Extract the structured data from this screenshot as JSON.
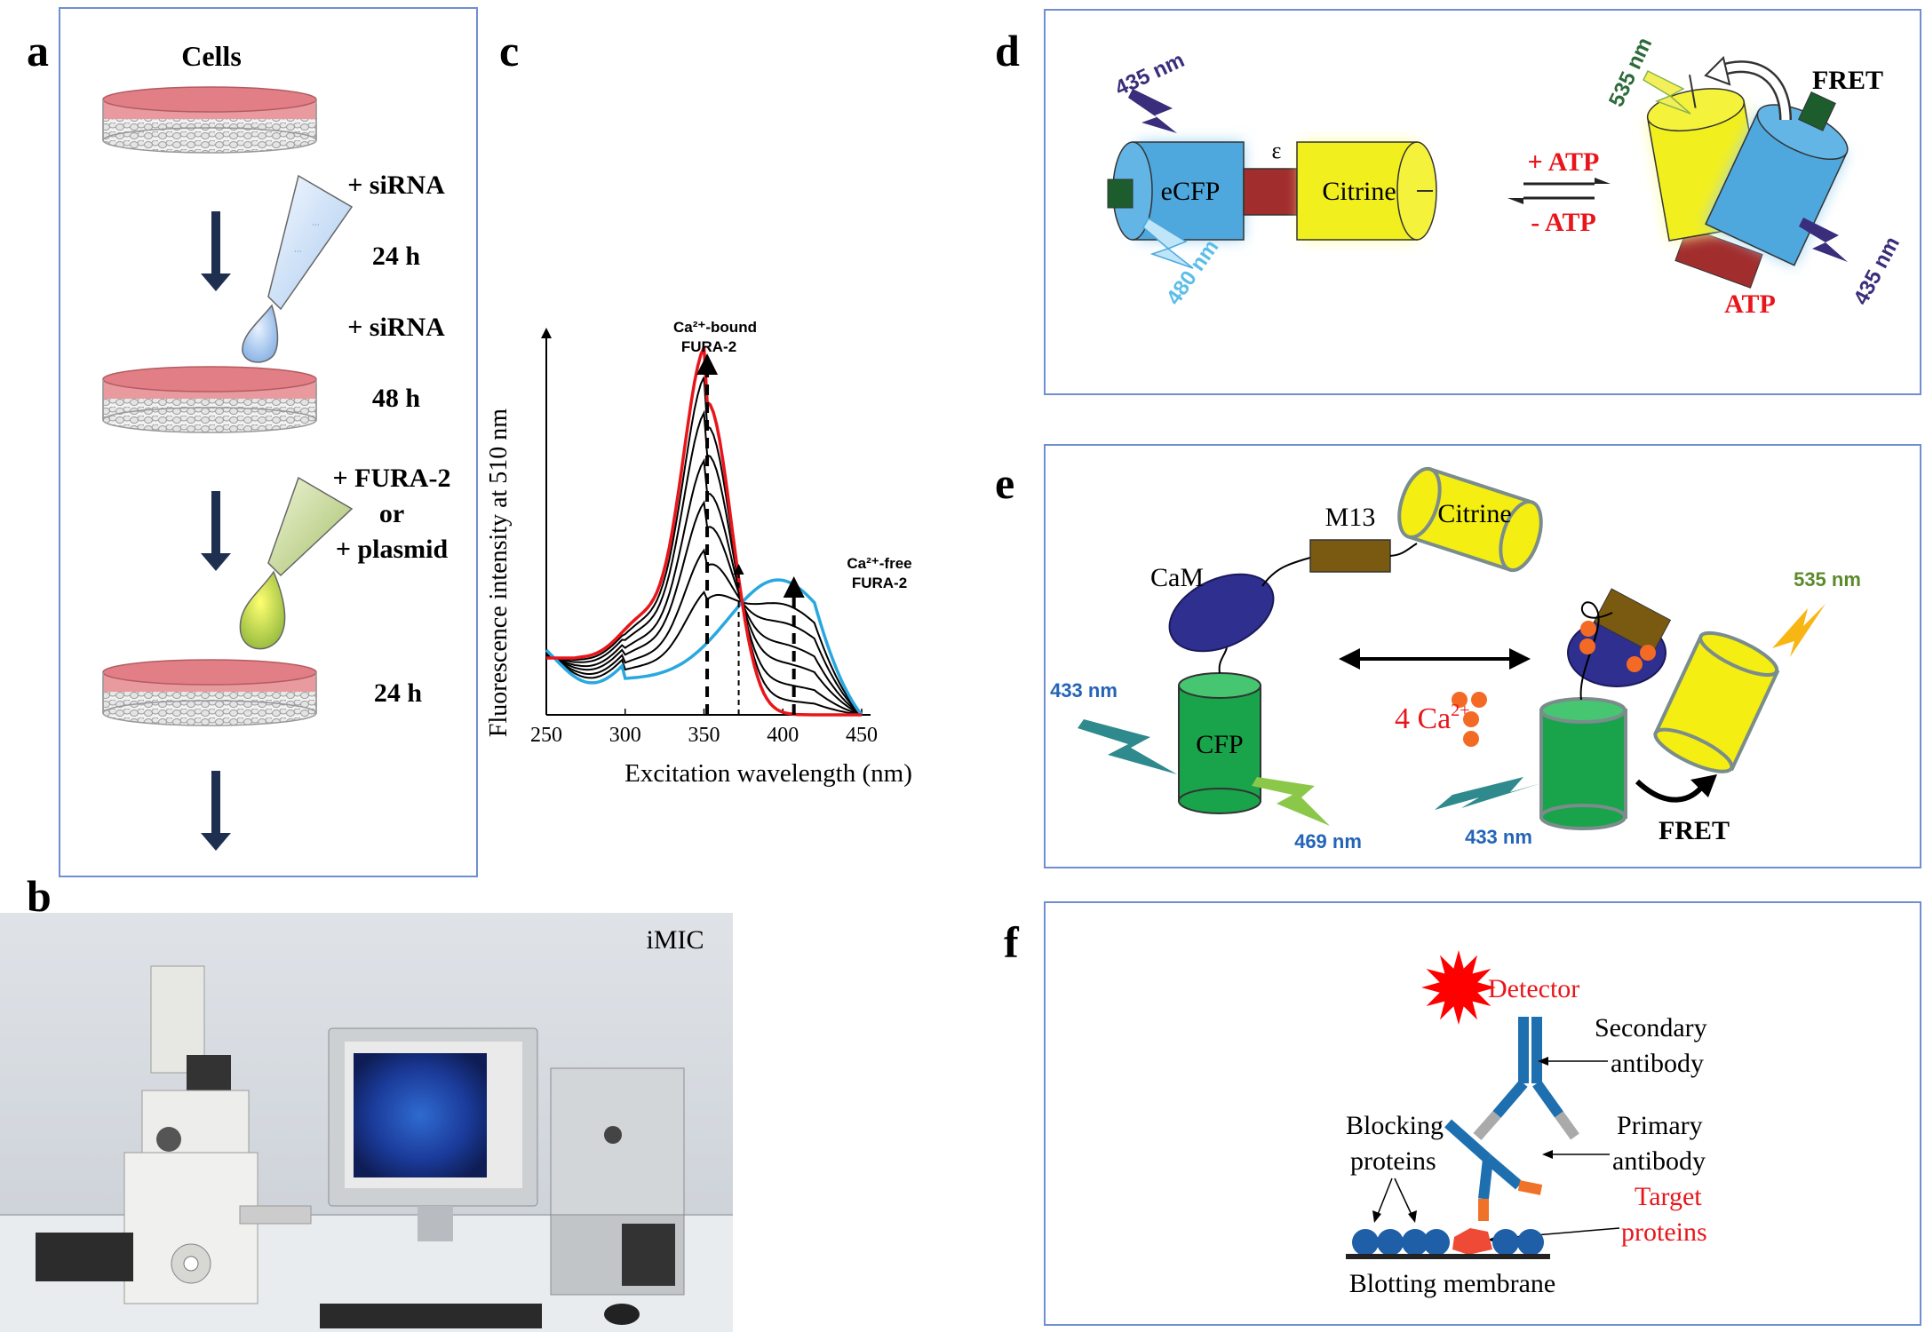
{
  "panels": {
    "a": "a",
    "b": "b",
    "c": "c",
    "d": "d",
    "e": "e",
    "f": "f"
  },
  "panel_a": {
    "cells": "Cells",
    "step1": "+ siRNA",
    "time1": "24 h",
    "step2": "+ siRNA",
    "time2": "48 h",
    "step3_line1": "+ FURA-2",
    "step3_line2": "or",
    "step3_line3": "+ plasmid",
    "time3": "24 h"
  },
  "panel_b": {
    "instrument_label": "iMIC"
  },
  "chart_data": {
    "type": "line",
    "title": "",
    "xlabel": "Excitation wavelength (nm)",
    "ylabel": "Fluorescence intensity at 510 nm",
    "xlim": [
      250,
      450
    ],
    "xticks": [
      "250",
      "300",
      "350",
      "400",
      "450"
    ],
    "annotations": {
      "bound_line1": "Ca²⁺-bound",
      "bound_line2": "FURA-2",
      "free_line1": "Ca²⁺-free",
      "free_line2": "FURA-2"
    },
    "colors": {
      "bound": "#e8161b",
      "free": "#29a8e0",
      "intermediate": "#000000"
    },
    "bound_peak_nm": 352,
    "free_peak_nm": 407,
    "isosbestic_nm": 372
  },
  "panel_d": {
    "ex_left": "435 nm",
    "em_left": "480 nm",
    "linker": "ε",
    "donor": "eCFP",
    "acceptor": "Citrine",
    "plus_atp": "+ ATP",
    "minus_atp": "- ATP",
    "em_right": "535 nm",
    "fret": "FRET",
    "atp": "ATP",
    "ex_right": "435 nm",
    "colors": {
      "cfp": "#4ea8dd",
      "citrine": "#f2ef1f",
      "linker": "#a22d2d",
      "red_text": "#e8161b"
    }
  },
  "panel_e": {
    "m13": "M13",
    "citrine": "Citrine",
    "cam": "CaM",
    "ex_left": "433 nm",
    "cfp": "CFP",
    "em_left": "469 nm",
    "calcium": "4 Ca",
    "calcium_sup": "2+",
    "ex_right": "433 nm",
    "fret": "FRET",
    "em_right": "535 nm"
  },
  "panel_f": {
    "detector": "Detector",
    "secondary_1": "Secondary",
    "secondary_2": "antibody",
    "primary_1": "Primary",
    "primary_2": "antibody",
    "blocking_1": "Blocking",
    "blocking_2": "proteins",
    "target_1": "Target",
    "target_2": "proteins",
    "membrane": "Blotting membrane"
  }
}
